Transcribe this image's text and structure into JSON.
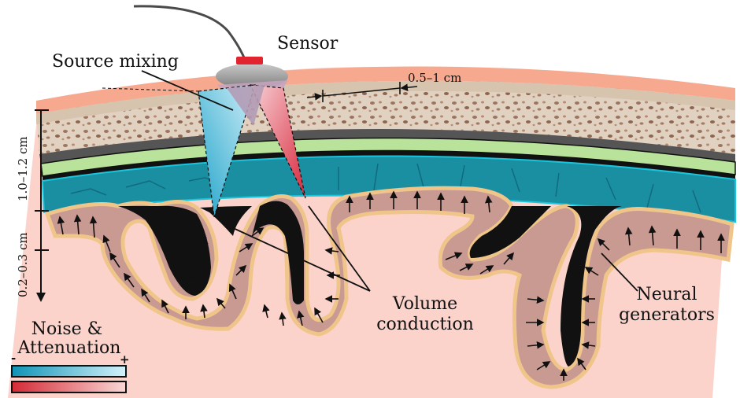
{
  "labels": {
    "sensor": "Sensor",
    "source_mixing": "Source mixing",
    "spacing": "0.5–1 cm",
    "depth_outer": "1.0–1.2 cm",
    "depth_inner": "0.2–0.3 cm",
    "volume_conduction_line1": "Volume",
    "volume_conduction_line2": "conduction",
    "neural_generators_line1": "Neural",
    "neural_generators_line2": "generators",
    "legend_title_line1": "Noise &",
    "legend_title_line2": "Attenuation",
    "legend_minus": "-",
    "legend_plus": "+"
  },
  "colors": {
    "scalp": "#f6a98e",
    "skull": "#dccbb8",
    "dura_green": "#b9e29a",
    "csf_teal": "#1a8fa2",
    "cortex_outer": "#f0c58a",
    "gray_matter": "#c99a92",
    "brain_bg": "#fbd3cb",
    "sulcus_black": "#111111",
    "cone_blue": "#48b9d8",
    "cone_red": "#e5586a",
    "sensor_red": "#e2242e",
    "sensor_gray": "#9d9d9d"
  }
}
